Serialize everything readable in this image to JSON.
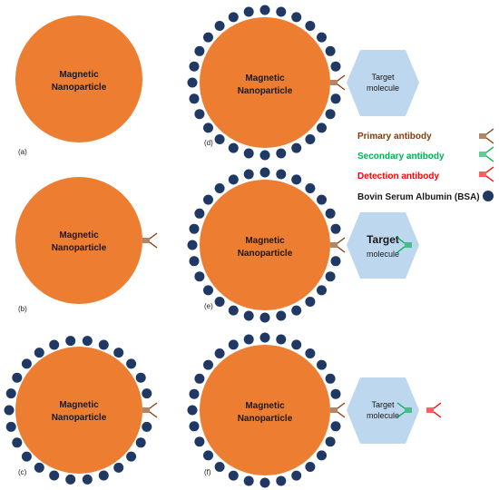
{
  "nanoparticle": {
    "line1": "Magnetic",
    "line2": "Nanoparticle",
    "fill": "#ed7d31"
  },
  "bsa_color": "#1f3864",
  "target": {
    "line1": "Target",
    "line2": "molecule",
    "fill": "#bdd7ee"
  },
  "panels": {
    "a": "(a)",
    "b": "(b)",
    "c": "(c)",
    "d": "(d)",
    "e": "(e)",
    "f": "(f)"
  },
  "legend": {
    "primary": {
      "label": "Primary antibody",
      "color": "#843c0c"
    },
    "secondary": {
      "label": "Secondary antibody",
      "color": "#00b050"
    },
    "detection": {
      "label": "Detection antibody",
      "color": "#ff0000"
    },
    "bsa": {
      "label": "Bovin Serum Albumin (BSA)",
      "color": "#1a1a1a"
    }
  }
}
